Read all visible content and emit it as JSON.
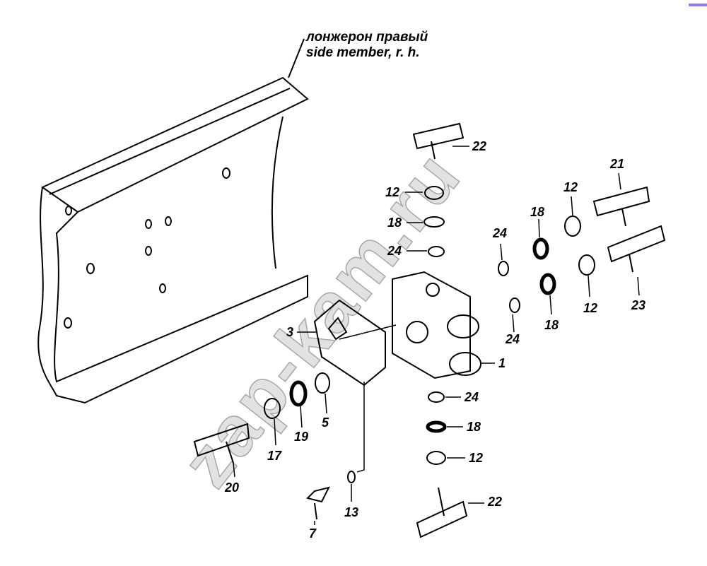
{
  "header": {
    "title_ru": "лонжерон правый",
    "title_en": "side member, r. h."
  },
  "watermark": "zap-kam.ru",
  "callouts": [
    "22",
    "12",
    "18",
    "24",
    "24",
    "18",
    "12",
    "21",
    "24",
    "18",
    "12",
    "23",
    "3",
    "1",
    "24",
    "18",
    "12",
    "22",
    "5",
    "19",
    "17",
    "20",
    "13",
    "7"
  ],
  "colors": {
    "ink": "#000000",
    "watermark": "#bbbbbb"
  }
}
